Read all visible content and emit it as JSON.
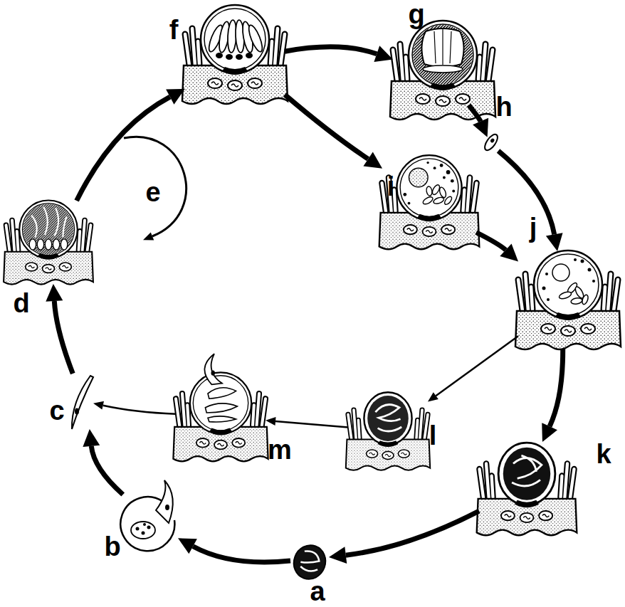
{
  "diagram": {
    "nodes": [
      {
        "text": [
          "a"
        ]
      },
      {
        "text": [
          "b"
        ]
      },
      {
        "text": [
          "c"
        ]
      },
      {
        "text": [
          "d"
        ]
      },
      {
        "text": [
          "f"
        ]
      },
      {
        "text": [
          "g"
        ]
      },
      {
        "text": [
          "h"
        ]
      },
      {
        "text": [
          "i"
        ]
      },
      {
        "text": [
          "j"
        ]
      },
      {
        "text": [
          "k"
        ]
      },
      {
        "text": [
          "l"
        ]
      },
      {
        "text": [
          "m"
        ]
      }
    ],
    "edges": [
      {
        "from": 0,
        "to": 1,
        "arrow": "to"
      },
      {
        "from": 1,
        "to": 2,
        "arrow": "to"
      },
      {
        "from": 2,
        "to": 3,
        "arrow": "to"
      },
      {
        "from": 3,
        "to": 4,
        "arrow": "to"
      },
      {
        "from": 4,
        "to": 5,
        "arrow": "to"
      },
      {
        "from": 5,
        "to": 6,
        "arrow": "to"
      },
      {
        "from": 6,
        "to": 8,
        "arrow": "to"
      },
      {
        "from": 4,
        "to": 7,
        "arrow": "to"
      },
      {
        "from": 7,
        "to": 8,
        "arrow": "to"
      },
      {
        "from": 8,
        "to": 9,
        "arrow": "to"
      },
      {
        "from": 9,
        "to": 0,
        "arrow": "to"
      },
      {
        "from": 8,
        "to": 10,
        "arrow": "to"
      },
      {
        "from": 10,
        "to": 11,
        "arrow": "to"
      },
      {
        "from": 11,
        "to": 2,
        "arrow": "to"
      }
    ],
    "labels": [
      "e"
    ]
  }
}
